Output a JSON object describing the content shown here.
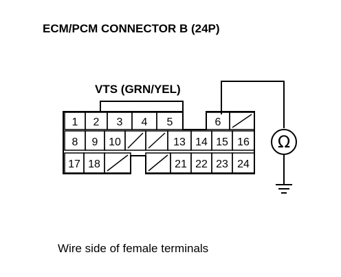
{
  "title": "ECM/PCM CONNECTOR B (24P)",
  "probe_label": "VTS (GRN/YEL)",
  "caption": "Wire side of female terminals",
  "meter_symbol": "Ω",
  "meter_icon": "ohmmeter-icon",
  "ground_icon": "ground-icon",
  "connector": {
    "rows": [
      [
        "1",
        "2",
        "3",
        "4",
        "5",
        "",
        "6",
        "/"
      ],
      [
        "8",
        "9",
        "10",
        "/",
        "/",
        "13",
        "14",
        "15",
        "16"
      ],
      [
        "17",
        "18",
        "/",
        "",
        "/",
        "21",
        "22",
        "23",
        "24"
      ]
    ],
    "probed_pins": [
      "2",
      "5",
      "6"
    ]
  }
}
